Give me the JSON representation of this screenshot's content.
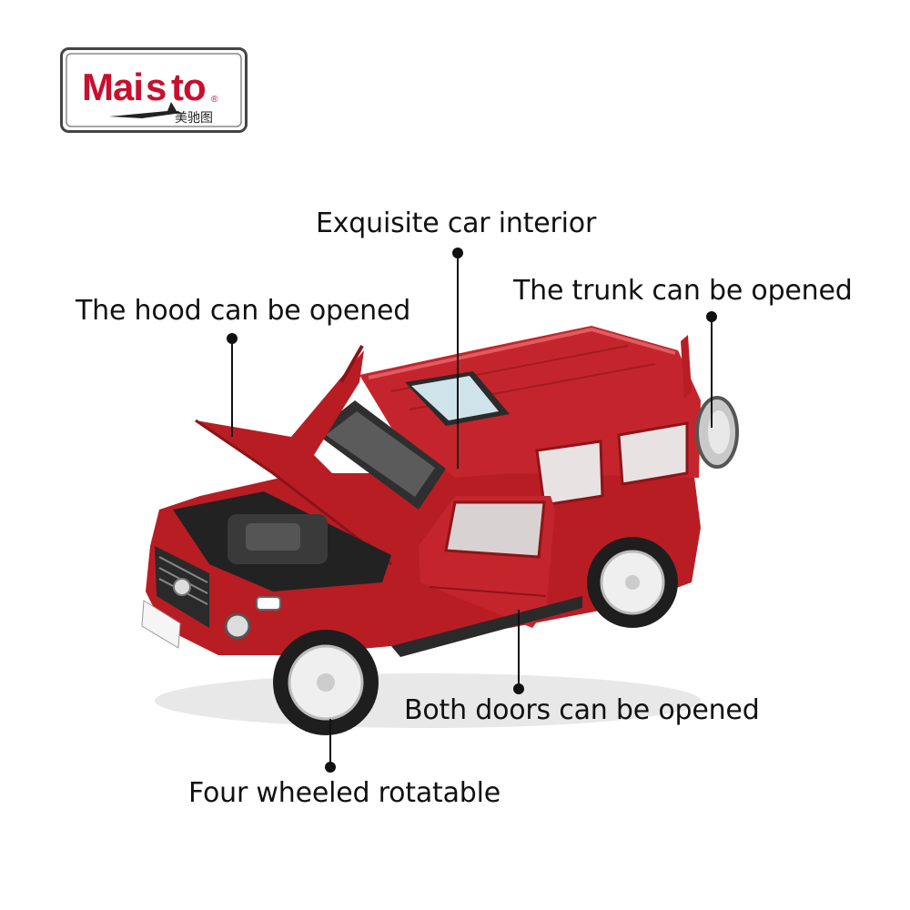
{
  "brand": {
    "name": "Maisto",
    "subtitle": "美驰图",
    "colors": {
      "red": "#c8102e",
      "dark": "#222222",
      "frame": "#444444"
    }
  },
  "callouts": {
    "interior": "Exquisite car interior",
    "trunk": "The trunk can be opened",
    "hood": "The hood can be opened",
    "doors": "Both doors can be opened",
    "wheels": "Four wheeled rotatable"
  },
  "product": {
    "color": "#b81d24",
    "description_icon": "red-suv-model-image"
  }
}
